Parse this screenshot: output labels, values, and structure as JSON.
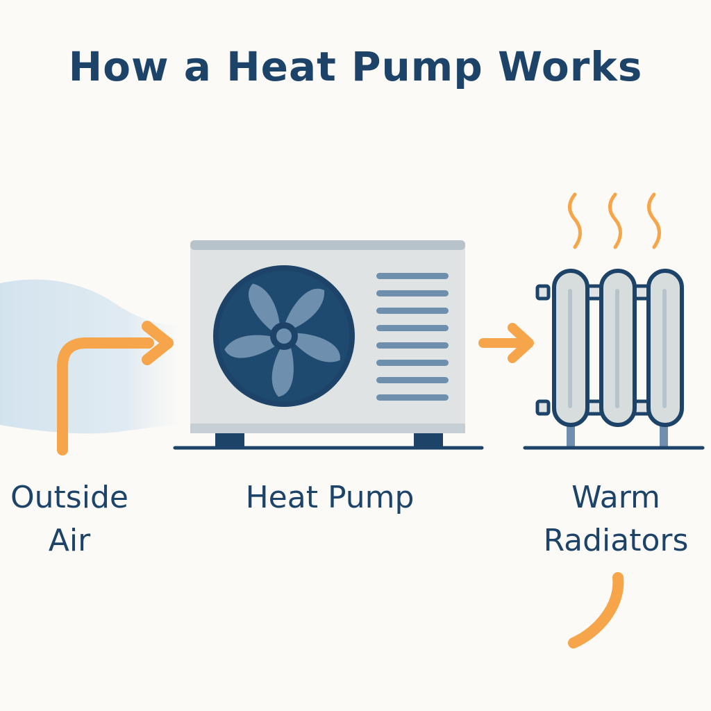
{
  "title": "How a Heat Pump Works",
  "labels": {
    "outside": [
      "Outside",
      "Air"
    ],
    "pump": "Heat Pump",
    "radiators": [
      "Warm",
      "Radiators"
    ]
  },
  "icons": [
    "outside-air-wave-icon",
    "flow-arrow-icon",
    "heat-pump-unit-icon",
    "fan-icon",
    "vent-grille-icon",
    "radiator-icon",
    "heat-waves-icon"
  ],
  "colors": {
    "navy": "#1d4468",
    "orange": "#f6a54a",
    "unit_body": "#dfe3e3",
    "unit_top": "#b7c3ca",
    "fan_blade": "#6f8fae",
    "radiator_fill": "#d7dcdc",
    "air_wave": "#d8e6f0",
    "background": "#fbfaf6"
  }
}
